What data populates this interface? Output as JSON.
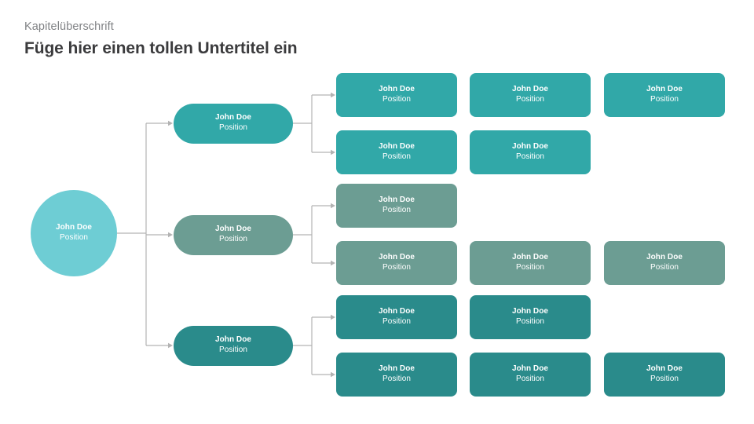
{
  "header": {
    "eyebrow": "Kapitelüberschrift",
    "title": "Füge hier einen tollen Untertitel ein"
  },
  "palette": {
    "root": "#6ecdd4",
    "branch_1": "#31a8a8",
    "branch_2": "#6c9d93",
    "branch_3": "#2a8b8b",
    "leaf_1": "#31a8a8",
    "leaf_2": "#6c9d93",
    "leaf_3": "#2a8b8b",
    "connector": "#b3b3b3",
    "eyebrow_text": "#808285",
    "title_text": "#3b3b3d",
    "node_text": "#ffffff",
    "background": "#ffffff"
  },
  "chart_data": {
    "type": "diagram",
    "diagram_type": "org-chart",
    "orientation": "left-to-right",
    "title": "Füge hier einen tollen Untertitel ein",
    "node_label_name": "John Doe",
    "node_label_position": "Position",
    "root": {
      "id": "root",
      "name": "John Doe",
      "position": "Position",
      "shape": "circle",
      "color": "#6ecdd4"
    },
    "branches": [
      {
        "id": "branch-1",
        "name": "John Doe",
        "position": "Position",
        "shape": "pill",
        "color": "#31a8a8",
        "rows": [
          {
            "id": "branch-1-row-1",
            "leaf_count": 3,
            "leaves": [
              {
                "id": "leaf-1-1-1",
                "name": "John Doe",
                "position": "Position",
                "color": "#31a8a8"
              },
              {
                "id": "leaf-1-1-2",
                "name": "John Doe",
                "position": "Position",
                "color": "#31a8a8"
              },
              {
                "id": "leaf-1-1-3",
                "name": "John Doe",
                "position": "Position",
                "color": "#31a8a8"
              }
            ]
          },
          {
            "id": "branch-1-row-2",
            "leaf_count": 2,
            "leaves": [
              {
                "id": "leaf-1-2-1",
                "name": "John Doe",
                "position": "Position",
                "color": "#31a8a8"
              },
              {
                "id": "leaf-1-2-2",
                "name": "John Doe",
                "position": "Position",
                "color": "#31a8a8"
              }
            ]
          }
        ]
      },
      {
        "id": "branch-2",
        "name": "John Doe",
        "position": "Position",
        "shape": "pill",
        "color": "#6c9d93",
        "rows": [
          {
            "id": "branch-2-row-1",
            "leaf_count": 1,
            "leaves": [
              {
                "id": "leaf-2-1-1",
                "name": "John Doe",
                "position": "Position",
                "color": "#6c9d93"
              }
            ]
          },
          {
            "id": "branch-2-row-2",
            "leaf_count": 3,
            "leaves": [
              {
                "id": "leaf-2-2-1",
                "name": "John Doe",
                "position": "Position",
                "color": "#6c9d93"
              },
              {
                "id": "leaf-2-2-2",
                "name": "John Doe",
                "position": "Position",
                "color": "#6c9d93"
              },
              {
                "id": "leaf-2-2-3",
                "name": "John Doe",
                "position": "Position",
                "color": "#6c9d93"
              }
            ]
          }
        ]
      },
      {
        "id": "branch-3",
        "name": "John Doe",
        "position": "Position",
        "shape": "pill",
        "color": "#2a8b8b",
        "rows": [
          {
            "id": "branch-3-row-1",
            "leaf_count": 2,
            "leaves": [
              {
                "id": "leaf-3-1-1",
                "name": "John Doe",
                "position": "Position",
                "color": "#2a8b8b"
              },
              {
                "id": "leaf-3-1-2",
                "name": "John Doe",
                "position": "Position",
                "color": "#2a8b8b"
              }
            ]
          },
          {
            "id": "branch-3-row-2",
            "leaf_count": 3,
            "leaves": [
              {
                "id": "leaf-3-2-1",
                "name": "John Doe",
                "position": "Position",
                "color": "#2a8b8b"
              },
              {
                "id": "leaf-3-2-2",
                "name": "John Doe",
                "position": "Position",
                "color": "#2a8b8b"
              },
              {
                "id": "leaf-3-2-3",
                "name": "John Doe",
                "position": "Position",
                "color": "#2a8b8b"
              }
            ]
          }
        ]
      }
    ],
    "total_nodes": 18,
    "levels": 3
  }
}
